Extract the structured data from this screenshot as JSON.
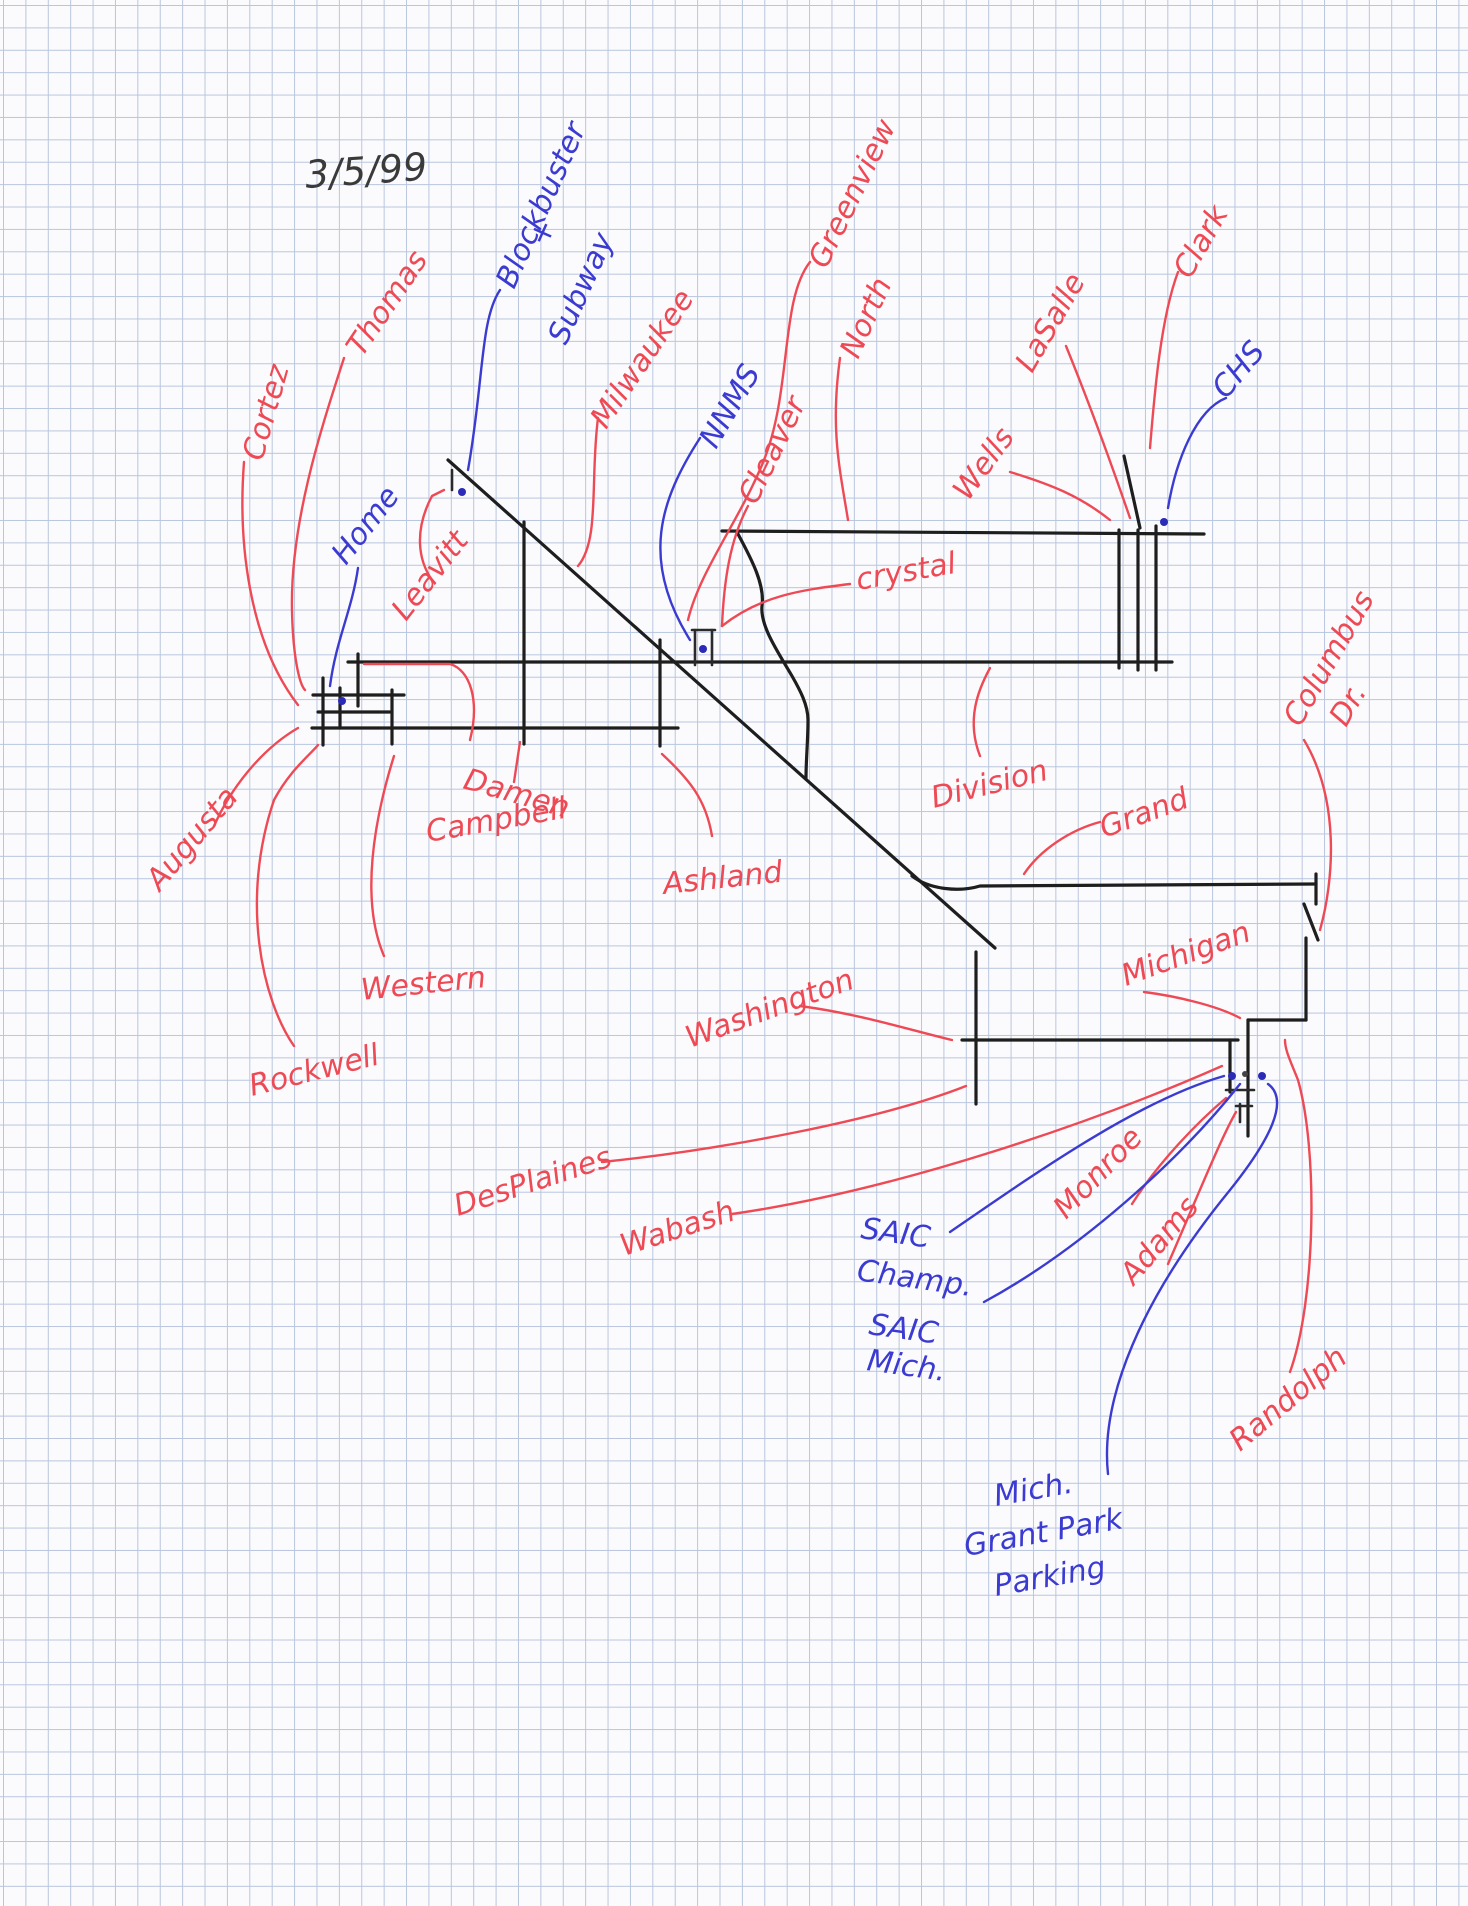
{
  "note": {
    "date": "3/5/99"
  },
  "labels": {
    "cortez": "Cortez",
    "thomas": "Thomas",
    "blockbuster_line1": "Blockbuster",
    "blockbuster_line2": "+",
    "blockbuster_line3": "Subway",
    "milwaukee": "Milwaukee",
    "greenview": "Greenview",
    "north": "North",
    "nnms": "NNMS",
    "cleaver": "Cleaver",
    "lasalle": "LaSalle",
    "clark": "Clark",
    "chs": "CHS",
    "wells": "Wells",
    "home": "Home",
    "leavitt": "Leavitt",
    "crystal": "crystal",
    "augusta": "Augusta",
    "damen": "Damen",
    "campbell": "Campbell",
    "ashland": "Ashland",
    "division": "Division",
    "grand": "Grand",
    "columbus_line1": "Columbus",
    "columbus_line2": "Dr.",
    "western": "Western",
    "rockwell": "Rockwell",
    "michigan": "Michigan",
    "washington": "Washington",
    "desplaines": "DesPlaines",
    "wabash": "Wabash",
    "monroe": "Monroe",
    "adams": "Adams",
    "sail_champ_line1": "SAIC",
    "sail_champ_line2": "Champ.",
    "sail_mich_line1": "SAIC",
    "sail_mich_line2": "Mich.",
    "randolph": "Randolph",
    "grant_park_line1": "Mich.",
    "grant_park_line2": "Grant Park",
    "grant_park_line3": "Parking"
  },
  "colors": {
    "street_ink": "#1e1e1e",
    "street_label_ink": "#ee4a55",
    "place_label_ink": "#3b3bd1",
    "grid": "#b9c6de",
    "paper": "#fbfbfd"
  }
}
